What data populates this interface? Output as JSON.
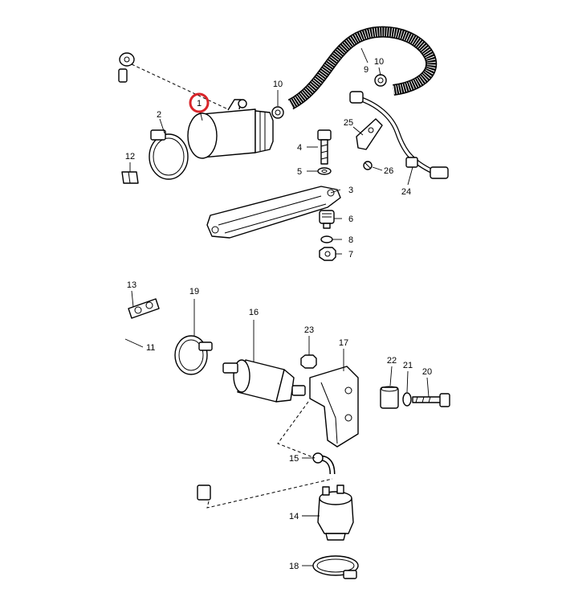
{
  "diagram": {
    "callouts": [
      "1",
      "2",
      "3",
      "4",
      "5",
      "6",
      "7",
      "8",
      "9",
      "10",
      "10",
      "11",
      "12",
      "13",
      "14",
      "15",
      "16",
      "17",
      "18",
      "19",
      "20",
      "21",
      "22",
      "23",
      "24",
      "25",
      "26"
    ],
    "highlight_color": "#d9252a",
    "highlighted_callout": "1"
  }
}
